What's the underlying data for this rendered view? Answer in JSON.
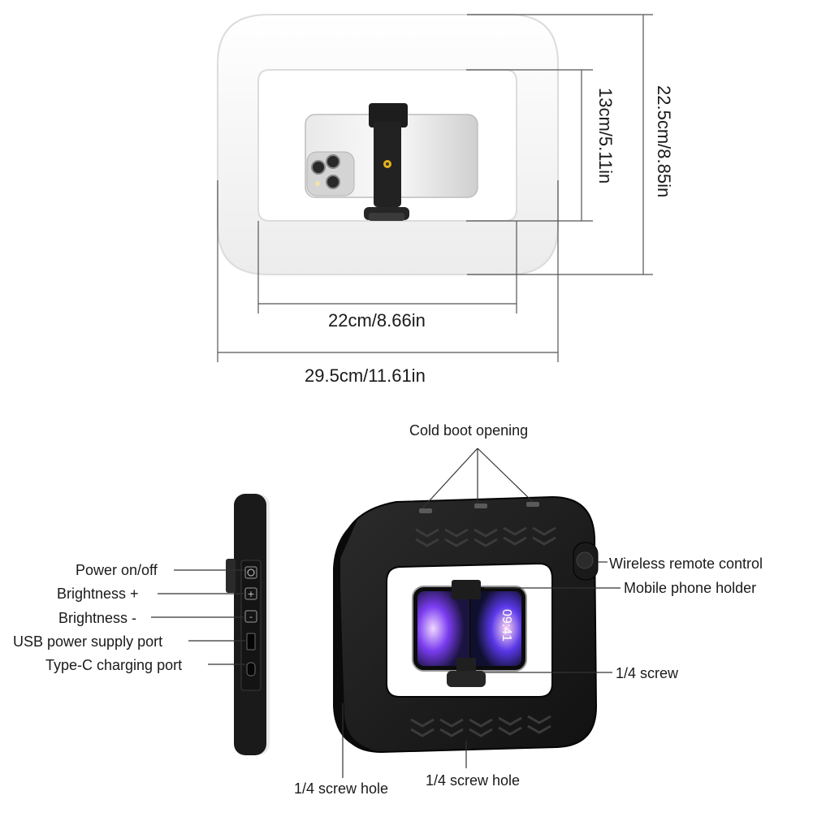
{
  "dimensions": {
    "inner_width": "22cm/8.66in",
    "outer_width": "29.5cm/11.61in",
    "inner_height": "13cm/5.11in",
    "outer_height": "22.5cm/8.85in"
  },
  "callouts": {
    "cold_boot": "Cold boot opening",
    "power": "Power on/off",
    "brightness_up": "Brightness +",
    "brightness_down": "Brightness -",
    "usb_port": "USB power supply port",
    "typec_port": "Type-C charging port",
    "remote": "Wireless remote control",
    "phone_holder": "Mobile phone holder",
    "screw": "1/4 screw",
    "screw_hole_left": "1/4 screw hole",
    "screw_hole_bottom": "1/4 screw hole"
  },
  "phone_screen": {
    "time": "09:41"
  },
  "colors": {
    "light_frame": "#f4f4f4",
    "dark_frame": "#1c1c1c",
    "phone_wall": "#6a2bd9"
  },
  "icons": [
    "power-icon",
    "brightness-up-icon",
    "brightness-down-icon",
    "usb-port-icon",
    "typec-port-icon"
  ]
}
